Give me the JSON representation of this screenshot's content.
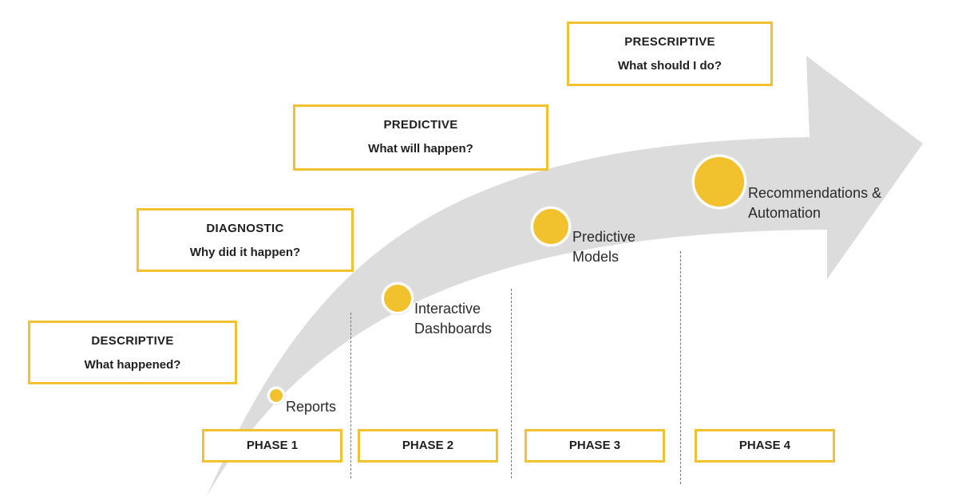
{
  "stages": [
    {
      "title": "DESCRIPTIVE",
      "question": "What happened?"
    },
    {
      "title": "DIAGNOSTIC",
      "question": "Why did it happen?"
    },
    {
      "title": "PREDICTIVE",
      "question": "What will happen?"
    },
    {
      "title": "PRESCRIPTIVE",
      "question": "What should I do?"
    }
  ],
  "milestones": [
    {
      "label_line1": "Reports",
      "label_line2": ""
    },
    {
      "label_line1": "Interactive",
      "label_line2": "Dashboards"
    },
    {
      "label_line1": "Predictive",
      "label_line2": "Models"
    },
    {
      "label_line1": "Recommendations &",
      "label_line2": "Automation"
    }
  ],
  "phases": [
    "PHASE 1",
    "PHASE 2",
    "PHASE 3",
    "PHASE 4"
  ],
  "colors": {
    "accent": "#f2c12e",
    "arrow": "#dcdcdc",
    "text": "#1f1f1f",
    "divider": "#777777"
  }
}
